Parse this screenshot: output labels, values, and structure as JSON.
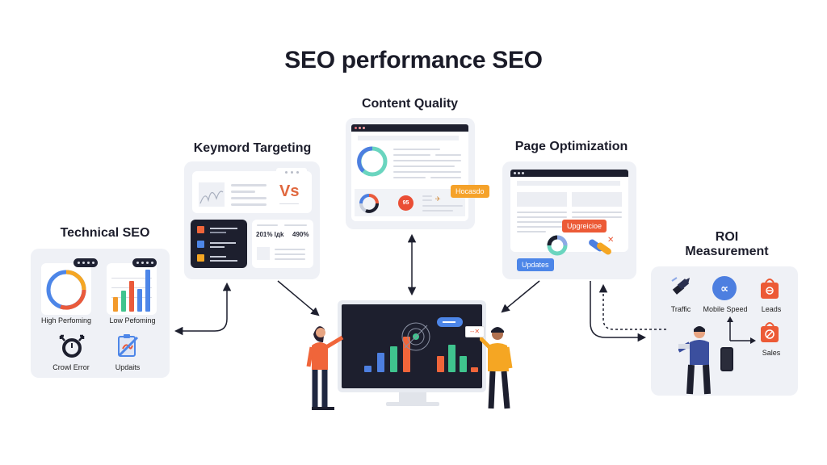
{
  "title": "SEO performance SEO",
  "sections": {
    "technical_seo": {
      "label": "Technical SEO",
      "items": [
        {
          "label": "High Perfoming",
          "icon": "donut-chart-icon"
        },
        {
          "label": "Low Pefoming",
          "icon": "bar-chart-icon"
        },
        {
          "label": "Crowl Error",
          "icon": "stopwatch-icon"
        },
        {
          "label": "Updaits",
          "icon": "clipboard-edit-icon"
        }
      ]
    },
    "keyword_targeting": {
      "label": "Keymord Targeting",
      "vs_text": "Vs",
      "stat_left": "201% lдk",
      "stat_right": "490%"
    },
    "content_quality": {
      "label": "Content Quality",
      "score": "95",
      "tag": "Hocasdo"
    },
    "page_optimization": {
      "label": "Page Optimization",
      "tag_top": "Upgreicioe",
      "tag_bottom": "Updates"
    },
    "roi_measurement": {
      "label_line1": "ROI",
      "label_line2": "Measurement",
      "items": [
        {
          "label": "Traffic",
          "icon": "satellite-icon"
        },
        {
          "label": "Mobile Speed",
          "icon": "speed-gauge-icon"
        },
        {
          "label": "Leads",
          "icon": "shopping-bag-icon"
        },
        {
          "label": "Sales",
          "icon": "sales-bag-icon"
        }
      ]
    }
  },
  "center_dashboard": {
    "left_bars": [
      12,
      24,
      34,
      52
    ],
    "right_bars": [
      26,
      38,
      26,
      12
    ]
  },
  "colors": {
    "dark": "#1d1f2e",
    "blue": "#4d7fe0",
    "green": "#3fc48e",
    "orange": "#f0653a",
    "yellow": "#f5a623",
    "panel": "#eff1f6"
  }
}
